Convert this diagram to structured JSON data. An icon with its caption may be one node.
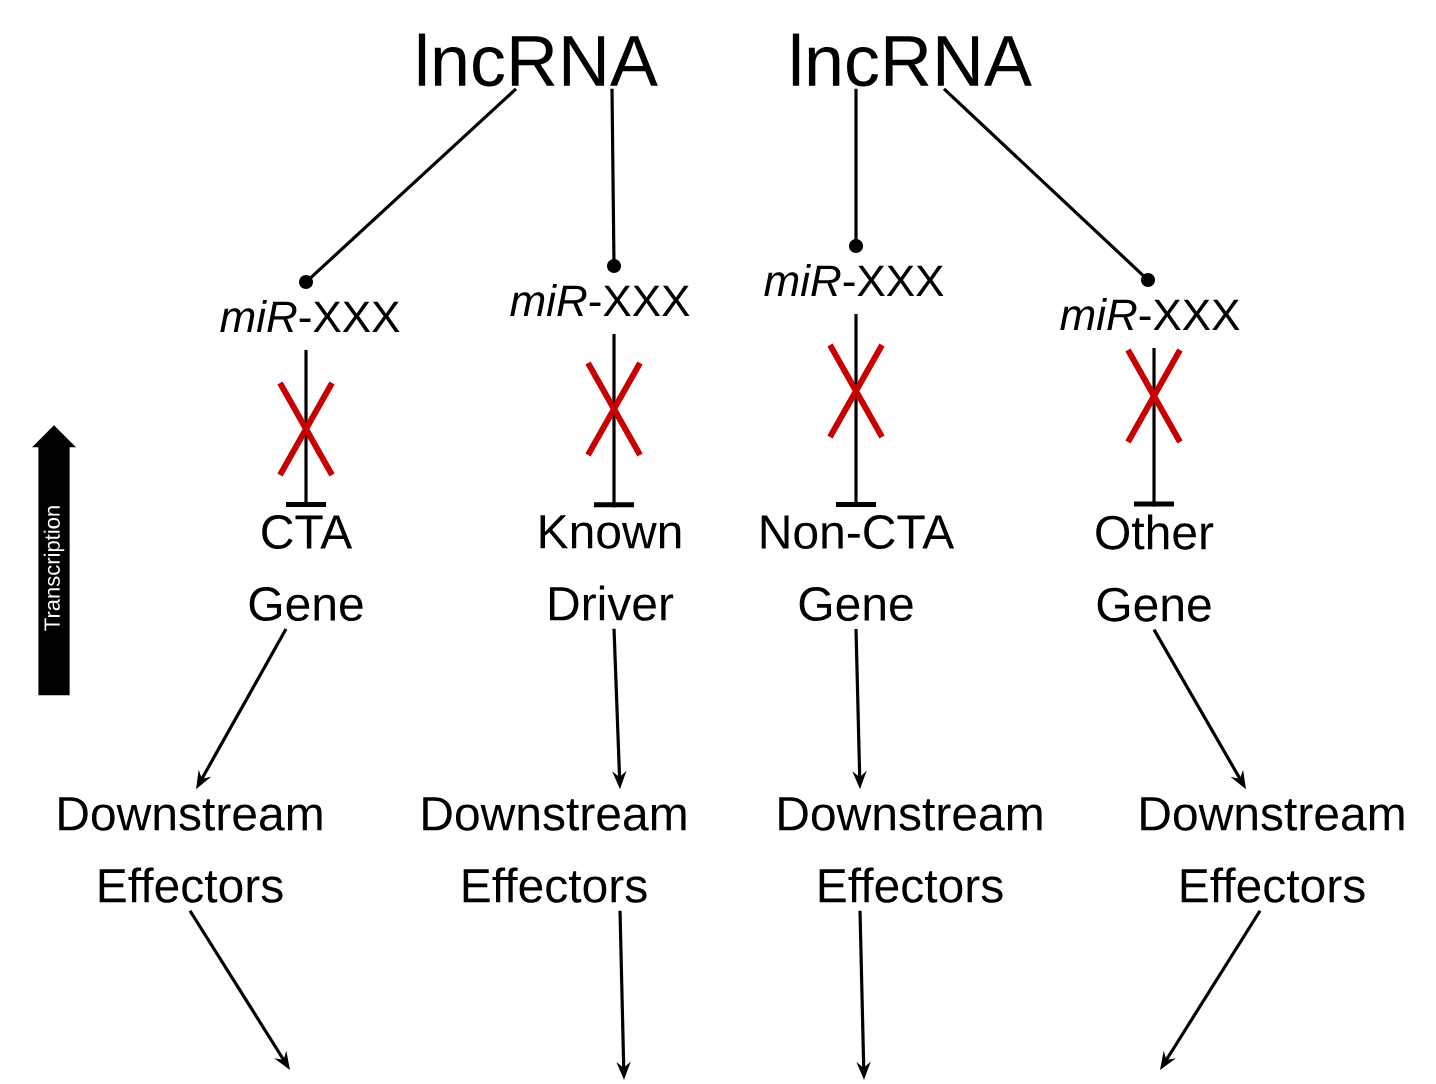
{
  "diagram": {
    "nodes": [
      {
        "text": [
          "lncRNA"
        ]
      },
      {
        "text": [
          "lncRNA"
        ]
      },
      {
        "text": [
          "*miR*-XXX"
        ]
      },
      {
        "text": [
          "*miR*-XXX"
        ]
      },
      {
        "text": [
          "*miR*-XXX"
        ]
      },
      {
        "text": [
          "*miR*-XXX"
        ]
      },
      {
        "text": [
          "CTA Gene"
        ]
      },
      {
        "text": [
          "Known Driver"
        ]
      },
      {
        "text": [
          "Non-CTA Gene"
        ]
      },
      {
        "text": [
          "Other Gene"
        ]
      },
      {
        "text": [
          "Downstream Effectors"
        ]
      },
      {
        "text": [
          "Downstream Effectors"
        ]
      },
      {
        "text": [
          "Downstream Effectors"
        ]
      },
      {
        "text": [
          "Downstream Effectors"
        ]
      },
      {
        "text": [
          "Transcription"
        ]
      }
    ],
    "edges": [
      {
        "from": 0,
        "to": 2,
        "arrow": "other"
      },
      {
        "from": 0,
        "to": 3,
        "arrow": "other"
      },
      {
        "from": 1,
        "to": 4,
        "arrow": "other"
      },
      {
        "from": 1,
        "to": 5,
        "arrow": "other"
      },
      {
        "from": 2,
        "to": 6,
        "arrow": "other"
      },
      {
        "from": 3,
        "to": 7,
        "arrow": "other"
      },
      {
        "from": 4,
        "to": 8,
        "arrow": "other"
      },
      {
        "from": 5,
        "to": 9,
        "arrow": "other"
      },
      {
        "from": 6,
        "to": 10,
        "arrow": "to"
      },
      {
        "from": 7,
        "to": 11,
        "arrow": "to"
      },
      {
        "from": 8,
        "to": 12,
        "arrow": "to"
      },
      {
        "from": 9,
        "to": 13,
        "arrow": "to"
      },
      {
        "from": 10,
        "to": null,
        "arrow": "to"
      },
      {
        "from": 11,
        "to": null,
        "arrow": "to"
      },
      {
        "from": 12,
        "to": null,
        "arrow": "to"
      },
      {
        "from": 13,
        "to": null,
        "arrow": "to"
      }
    ]
  }
}
